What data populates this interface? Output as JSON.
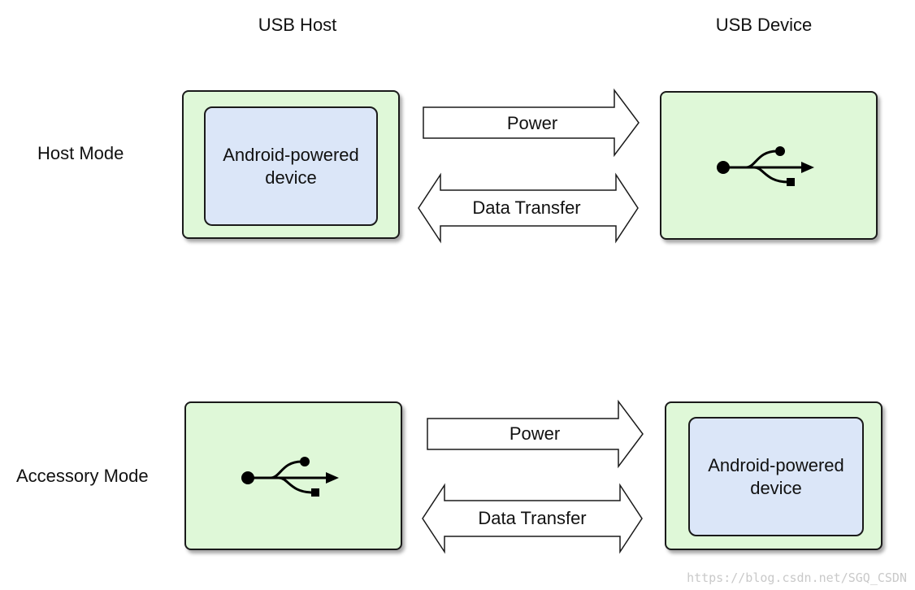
{
  "columns": {
    "host": "USB Host",
    "device": "USB Device"
  },
  "rows": {
    "host_mode": "Host Mode",
    "accessory_mode": "Accessory Mode"
  },
  "host_mode": {
    "inner_box": "Android-powered device",
    "power_label": "Power",
    "data_label": "Data Transfer",
    "device_icon": "usb-icon"
  },
  "accessory_mode": {
    "host_icon": "usb-icon",
    "power_label": "Power",
    "data_label": "Data Transfer",
    "inner_box": "Android-powered device"
  },
  "watermark": "https://blog.csdn.net/SGQ_CSDN",
  "colors": {
    "outer_box": "#dff8d8",
    "inner_box": "#dbe6f8",
    "arrow_fill": "#ffffff",
    "stroke": "#1a1a1a"
  }
}
